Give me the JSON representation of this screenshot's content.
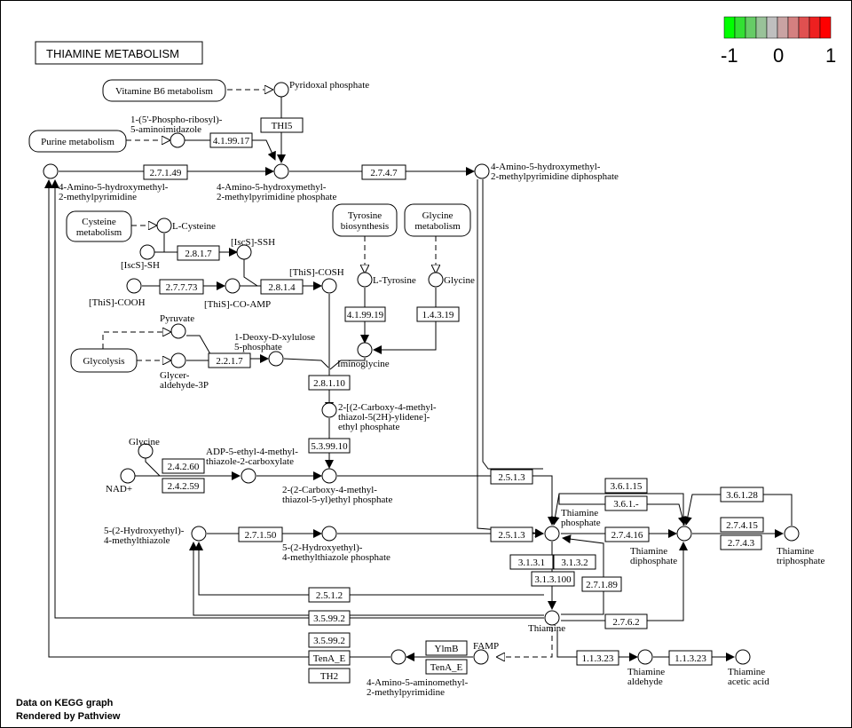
{
  "title": "THIAMINE  METABOLISM",
  "legend": {
    "ticks": [
      "-1",
      "0",
      "1"
    ],
    "colors": [
      "#00ff00",
      "#33e033",
      "#66cc66",
      "#99c299",
      "#bfbfbf",
      "#c9a3a3",
      "#d48080",
      "#e05050",
      "#ee2020",
      "#ff0000"
    ]
  },
  "footer": [
    "Data on KEGG graph",
    "Rendered by Pathview"
  ],
  "maps": [
    {
      "id": "m_b6",
      "label": "Vitamine B6 metabolism"
    },
    {
      "id": "m_purine",
      "label": "Purine metabolism"
    },
    {
      "id": "m_cys",
      "label": "Cysteine metabolism"
    },
    {
      "id": "m_tyr",
      "label": "Tyrosine biosynthesis"
    },
    {
      "id": "m_gly",
      "label": "Glycine metabolism"
    },
    {
      "id": "m_glycol",
      "label": "Glycolysis"
    }
  ],
  "enzymes": [
    {
      "id": "e_thi5",
      "label": "THI5"
    },
    {
      "id": "e_4991",
      "label": "4.1.99.17"
    },
    {
      "id": "e_2714",
      "label": "2.7.1.49"
    },
    {
      "id": "e_2747",
      "label": "2.7.4.7"
    },
    {
      "id": "e_2817",
      "label": "2.8.1.7"
    },
    {
      "id": "e_2777",
      "label": "2.7.7.73"
    },
    {
      "id": "e_2814",
      "label": "2.8.1.4"
    },
    {
      "id": "e_41919",
      "label": "4.1.99.19"
    },
    {
      "id": "e_14319",
      "label": "1.4.3.19"
    },
    {
      "id": "e_2217",
      "label": "2.2.1.7"
    },
    {
      "id": "e_28110",
      "label": "2.8.1.10"
    },
    {
      "id": "e_53910",
      "label": "5.3.99.10"
    },
    {
      "id": "e_24260",
      "label": "2.4.2.60"
    },
    {
      "id": "e_24259",
      "label": "2.4.2.59"
    },
    {
      "id": "e_2513a",
      "label": "2.5.1.3"
    },
    {
      "id": "e_2513b",
      "label": "2.5.1.3"
    },
    {
      "id": "e_27150",
      "label": "2.7.1.50"
    },
    {
      "id": "e_36115",
      "label": "3.6.1.15"
    },
    {
      "id": "e_361",
      "label": "3.6.1.-"
    },
    {
      "id": "e_36128",
      "label": "3.6.1.28"
    },
    {
      "id": "e_27416",
      "label": "2.7.4.16"
    },
    {
      "id": "e_27415",
      "label": "2.7.4.15"
    },
    {
      "id": "e_2743",
      "label": "2.7.4.3"
    },
    {
      "id": "e_3131",
      "label": "3.1.3.1"
    },
    {
      "id": "e_3132",
      "label": "3.1.3.2"
    },
    {
      "id": "e_313100",
      "label": "3.1.3.100"
    },
    {
      "id": "e_27189",
      "label": "2.7.1.89"
    },
    {
      "id": "e_2512",
      "label": "2.5.1.2"
    },
    {
      "id": "e_35992a",
      "label": "3.5.99.2"
    },
    {
      "id": "e_35992b",
      "label": "3.5.99.2"
    },
    {
      "id": "e_tenae1",
      "label": "TenA_E"
    },
    {
      "id": "e_th2",
      "label": "TH2"
    },
    {
      "id": "e_ylmb",
      "label": "YlmB"
    },
    {
      "id": "e_tenae2",
      "label": "TenA_E"
    },
    {
      "id": "e_2762",
      "label": "2.7.6.2"
    },
    {
      "id": "e_113231",
      "label": "1.1.3.23"
    },
    {
      "id": "e_113232",
      "label": "1.1.3.23"
    }
  ],
  "compounds": [
    {
      "id": "c_pyrphos",
      "label": [
        "Pyridoxal phosphate"
      ]
    },
    {
      "id": "c_air",
      "label": [
        "1-(5'-Phospho-ribosyl)-",
        "5-aminoimidazole"
      ]
    },
    {
      "id": "c_hmp",
      "label": [
        "4-Amino-5-hydroxymethyl-",
        "2-methylpyrimidine"
      ]
    },
    {
      "id": "c_hmpp",
      "label": [
        "4-Amino-5-hydroxymethyl-",
        "2-methylpyrimidine phosphate"
      ]
    },
    {
      "id": "c_hmppp",
      "label": [
        "4-Amino-5-hydroxymethyl-",
        "2-methylpyrimidine diphosphate"
      ]
    },
    {
      "id": "c_lcys",
      "label": [
        "L-Cysteine"
      ]
    },
    {
      "id": "c_iscssh",
      "label": [
        "[IscS]-SSH"
      ]
    },
    {
      "id": "c_iscsh",
      "label": [
        "[IscS]-SH"
      ]
    },
    {
      "id": "c_thisco",
      "label": [
        "[ThiS]-COSH"
      ]
    },
    {
      "id": "c_thiscooh",
      "label": [
        "[ThiS]-COOH"
      ]
    },
    {
      "id": "c_thisamp",
      "label": [
        "[ThiS]-CO-AMP"
      ]
    },
    {
      "id": "c_ltyr",
      "label": [
        "L-Tyrosine"
      ]
    },
    {
      "id": "c_gly",
      "label": [
        "Glycine"
      ]
    },
    {
      "id": "c_imino",
      "label": [
        "Iminoglycine"
      ]
    },
    {
      "id": "c_pyr",
      "label": [
        "Pyruvate"
      ]
    },
    {
      "id": "c_dxp",
      "label": [
        "1-Deoxy-D-xylulose",
        "5-phosphate"
      ]
    },
    {
      "id": "c_g3p",
      "label": [
        "Glycer-",
        "aldehyde-3P"
      ]
    },
    {
      "id": "c_cmtp",
      "label": [
        "2-[(2-Carboxy-4-methyl-",
        "thiazol-5(2H)-ylidene]-",
        "ethyl phosphate"
      ]
    },
    {
      "id": "c_gly2",
      "label": [
        "Glycine"
      ]
    },
    {
      "id": "c_nad",
      "label": [
        "NAD+"
      ]
    },
    {
      "id": "c_adp",
      "label": [
        "ADP-5-ethyl-4-methyl-",
        "thiazole-2-carboxylate"
      ]
    },
    {
      "id": "c_cmtep",
      "label": [
        "2-(2-Carboxy-4-methyl-",
        "thiazol-5-yl)ethyl phosphate"
      ]
    },
    {
      "id": "c_thz",
      "label": [
        "5-(2-Hydroxyethyl)-",
        "4-methylthiazole"
      ]
    },
    {
      "id": "c_thzp",
      "label": [
        "5-(2-Hydroxyethyl)-",
        "4-methylthiazole phosphate"
      ]
    },
    {
      "id": "c_tmp",
      "label": [
        "Thiamine",
        "phosphate"
      ]
    },
    {
      "id": "c_tdp",
      "label": [
        "Thiamine",
        "diphosphate"
      ]
    },
    {
      "id": "c_ttp",
      "label": [
        "Thiamine",
        "triphosphate"
      ]
    },
    {
      "id": "c_thiamine",
      "label": [
        "Thiamine"
      ]
    },
    {
      "id": "c_famp",
      "label": [
        "FAMP"
      ]
    },
    {
      "id": "c_amp",
      "label": [
        "4-Amino-5-aminomethyl-",
        "2-methylpyrimidine"
      ]
    },
    {
      "id": "c_tald",
      "label": [
        "Thiamine",
        "aldehyde"
      ]
    },
    {
      "id": "c_tacid",
      "label": [
        "Thiamine",
        "acetic acid"
      ]
    }
  ]
}
